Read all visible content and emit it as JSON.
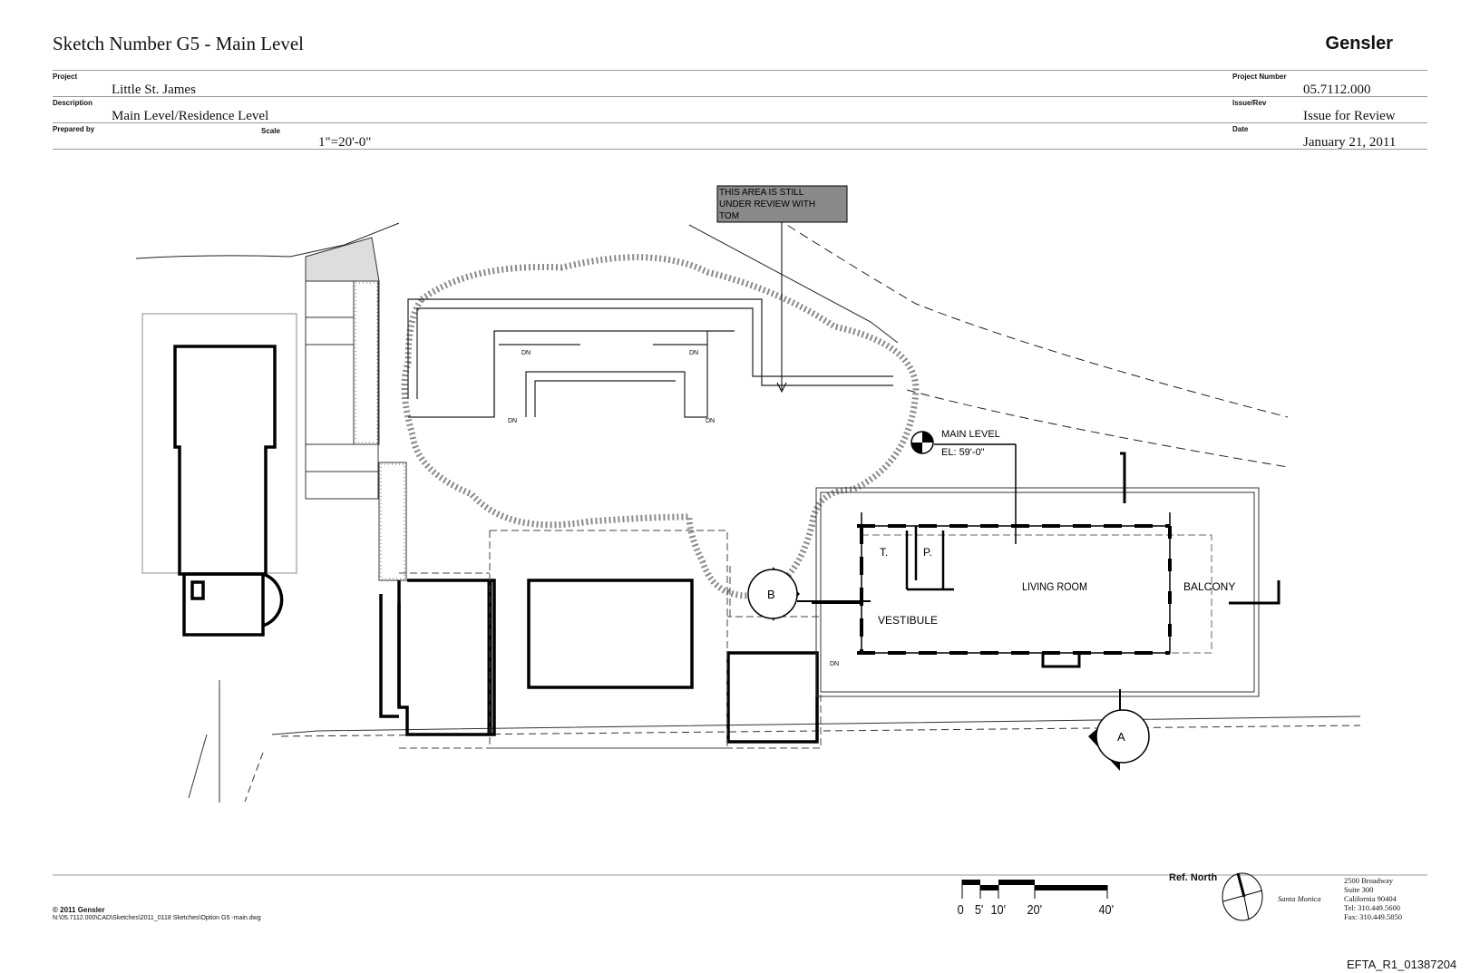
{
  "header": {
    "title": "Sketch Number  G5 - Main Level",
    "logo": "Gensler",
    "project_label": "Project",
    "project": "Little St. James",
    "description_label": "Description",
    "description": "Main Level/Residence Level",
    "prepared_by_label": "Prepared by",
    "scale_label": "Scale",
    "scale": "1\"=20'-0\"",
    "project_number_label": "Project Number",
    "project_number": "05.7112.000",
    "issue_label": "Issue/Rev",
    "issue": "Issue for Review",
    "date_label": "Date",
    "date": "January 21, 2011"
  },
  "plan": {
    "callout": [
      "THIS AREA IS STILL",
      "UNDER REVIEW WITH",
      "TOM"
    ],
    "level_marker": [
      "MAIN LEVEL",
      "EL: 59'-0\""
    ],
    "rooms": {
      "living_room": "LIVING ROOM",
      "balcony": "BALCONY",
      "vestibule": "VESTIBULE",
      "t": "T.",
      "p": "P."
    },
    "dn": "DN",
    "section_a": "A",
    "section_b": "B"
  },
  "footer": {
    "copyright": "© 2011 Gensler",
    "file_path": "N:\\05.7112.000\\CAD\\Sketches\\2011_0118 Sketches\\Option G5 -main.dwg",
    "scale_bar": [
      "0",
      "5'",
      "10'",
      "20'",
      "40'"
    ],
    "ref_north": "Ref. North",
    "city": "Santa Monica",
    "address": [
      "2500 Broadway",
      "Suite 300",
      "California 90404",
      "Tel:    310.449.5600",
      "Fax:   310.449.5850"
    ],
    "doc_id": "EFTA_R1_01387204"
  }
}
